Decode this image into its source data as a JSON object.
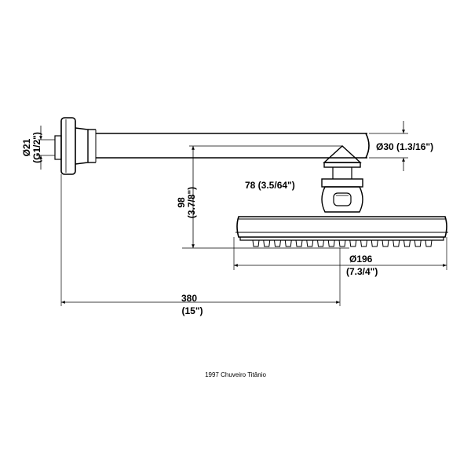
{
  "dimensions": {
    "inlet_diameter": "Ø21",
    "inlet_thread": "(G1/2\")",
    "arm_diameter": "Ø30 (1.3/16\")",
    "connector_width": "78 (3.5/64\")",
    "drop_height": "98",
    "drop_height_in": "(3.7/8\")",
    "head_diameter": "Ø196",
    "head_diameter_in": "(7.3/4\")",
    "arm_length": "380",
    "arm_length_in": "(15\")"
  },
  "caption": "1997 Chuveiro Titânio"
}
